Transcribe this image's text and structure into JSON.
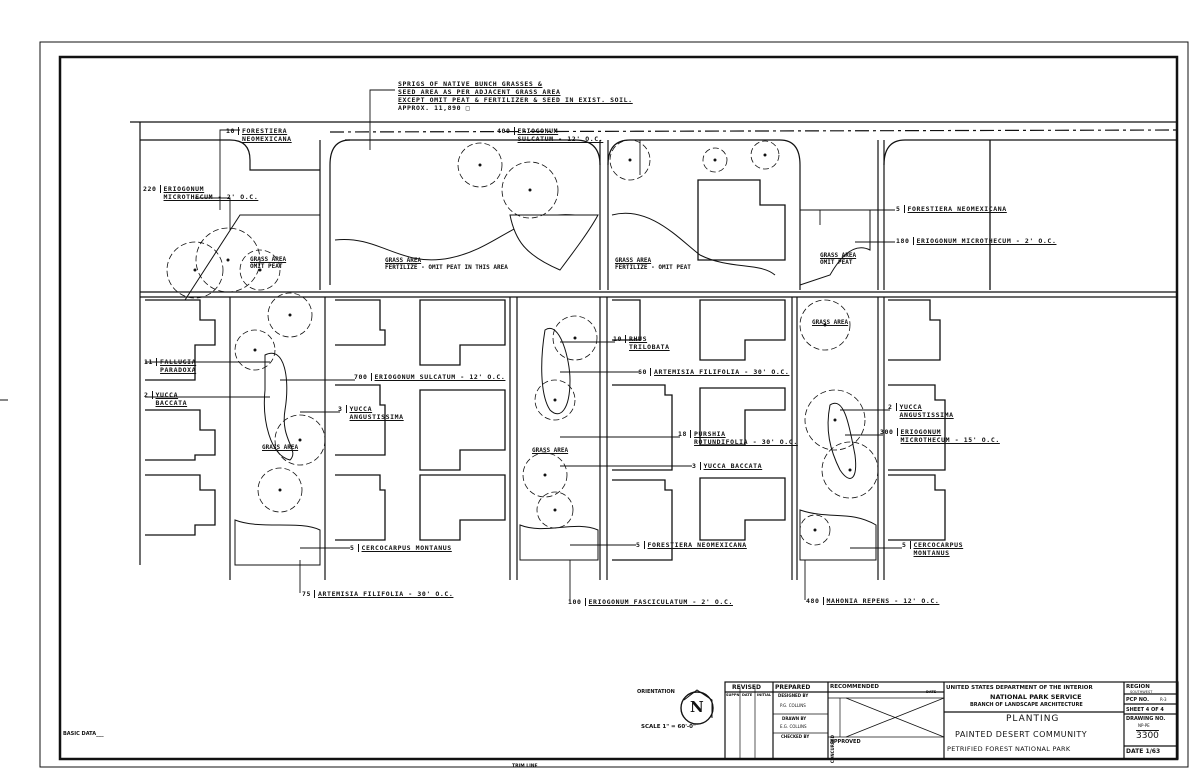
{
  "drawing": {
    "note_top": [
      "SPRIGS OF NATIVE BUNCH GRASSES &",
      "SEED AREA AS PER ADJACENT GRASS AREA",
      "EXCEPT OMIT PEAT & FERTILIZER & SEED IN EXIST. SOIL.",
      "APPROX. 11,890 □"
    ],
    "plants": [
      {
        "qty": "10",
        "name": [
          "FORESTIERA",
          "NEOMEXICANA"
        ]
      },
      {
        "qty": "220",
        "name": [
          "ERIOGONUM",
          "MICROTHECUM - 2' O.C."
        ]
      },
      {
        "qty": "400",
        "name": [
          "ERIOGONUM",
          "SULCATUM - 12' O.C."
        ]
      },
      {
        "qty": "5",
        "name": [
          "FORESTIERA NEOMEXICANA"
        ]
      },
      {
        "qty": "180",
        "name": [
          "ERIOGONUM MICROTHECUM - 2' O.C."
        ]
      },
      {
        "qty": "11",
        "name": [
          "FALLUGIA",
          "PARADOXA"
        ]
      },
      {
        "qty": "2",
        "name": [
          "YUCCA",
          "BACCATA"
        ]
      },
      {
        "qty": "700",
        "name": [
          "ERIOGONUM SULCATUM - 12' O.C."
        ]
      },
      {
        "qty": "3",
        "name": [
          "YUCCA",
          "ANGUSTISSIMA"
        ]
      },
      {
        "qty": "10",
        "name": [
          "RHUS",
          "TRILOBATA"
        ]
      },
      {
        "qty": "60",
        "name": [
          "ARTEMISIA FILIFOLIA - 30' O.C."
        ]
      },
      {
        "qty": "18",
        "name": [
          "PURSHIA",
          "ROTUNDIFOLIA - 30' O.C."
        ]
      },
      {
        "qty": "3",
        "name": [
          "YUCCA BACCATA"
        ]
      },
      {
        "qty": "2",
        "name": [
          "YUCCA",
          "ANGUSTISSIMA"
        ]
      },
      {
        "qty": "300",
        "name": [
          "ERIOGONUM",
          "MICROTHECUM - 15' O.C."
        ]
      },
      {
        "qty": "5",
        "name": [
          "CERCOCARPUS MONTANUS"
        ]
      },
      {
        "qty": "5",
        "name": [
          "FORESTIERA NEOMEXICANA"
        ]
      },
      {
        "qty": "5",
        "name": [
          "CERCOCARPUS",
          "MONTANUS"
        ]
      },
      {
        "qty": "75",
        "name": [
          "ARTEMISIA FILIFOLIA - 30' O.C."
        ]
      },
      {
        "qty": "100",
        "name": [
          "ERIOGONUM FASCICULATUM - 2' O.C."
        ]
      },
      {
        "qty": "480",
        "name": [
          "MAHONIA REPENS - 12' O.C."
        ]
      }
    ],
    "grass_areas": [
      {
        "title": "GRASS AREA",
        "note": "OMIT PEAT"
      },
      {
        "title": "GRASS AREA",
        "note": "FERTILIZE - OMIT PEAT IN THIS AREA"
      },
      {
        "title": "GRASS AREA",
        "note": "FERTILIZE - OMIT PEAT"
      },
      {
        "title": "GRASS AREA",
        "note": "OMIT PEAT"
      },
      {
        "title": "GRASS AREA",
        "note": ""
      },
      {
        "title": "GRASS AREA",
        "note": ""
      },
      {
        "title": "GRASS AREA",
        "note": ""
      }
    ],
    "orientation_label": "ORIENTATION",
    "north_letter": "N",
    "scale": "SCALE 1\" = 60'-0\"",
    "basic_data": "BASIC DATA___",
    "trim_line": "TRIM LINE"
  },
  "title_block": {
    "revised": "REVISED",
    "revised_cols": [
      "SUPPN",
      "DATE",
      "INITIAL"
    ],
    "prepared": "PREPARED",
    "designed_by": "DESIGNED BY",
    "designer": "P.G. COLLINS",
    "drawn_by": "DRAWN BY",
    "drafter": "E.G. COLLINS",
    "checked_by": "CHECKED BY",
    "recommended": "RECOMMENDED",
    "concurred": "CONCURRED",
    "approved": "APPROVED",
    "date_label": "DATE",
    "agency": "UNITED STATES DEPARTMENT OF THE INTERIOR",
    "service": "NATIONAL PARK SERVICE",
    "branch": "BRANCH OF LANDSCAPE ARCHITECTURE",
    "title": "PLANTING",
    "location": "PAINTED DESERT COMMUNITY",
    "park": "PETRIFIED FOREST NATIONAL PARK",
    "region_label": "REGION",
    "region": "SOUTHWEST",
    "pcp_label": "PCP NO.",
    "pcp": "R-3",
    "sheet": "SHEET 4 OF 4",
    "drawing_no_label": "DRAWING NO.",
    "drawing_prefix": "NP-PE",
    "drawing_no": "3300",
    "date": "DATE 1/63"
  }
}
